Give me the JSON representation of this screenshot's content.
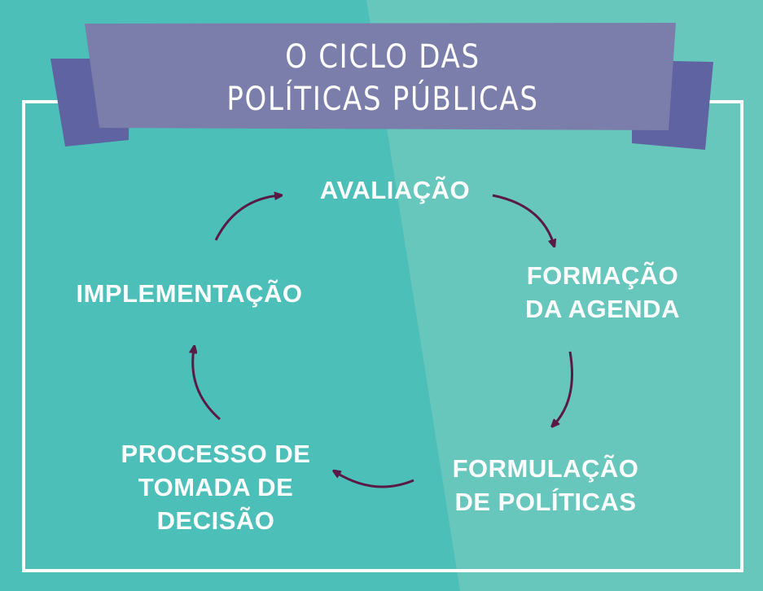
{
  "title": {
    "line1": "O CICLO DAS",
    "line2": "POLÍTICAS PÚBLICAS"
  },
  "stages": [
    {
      "id": "avaliacao",
      "lines": [
        "AVALIAÇÃO"
      ]
    },
    {
      "id": "formacao",
      "lines": [
        "FORMAÇÃO",
        "DA AGENDA"
      ]
    },
    {
      "id": "formulacao",
      "lines": [
        "FORMULAÇÃO",
        "DE POLÍTICAS"
      ]
    },
    {
      "id": "decisao",
      "lines": [
        "PROCESSO DE",
        "TOMADA DE",
        "DECISÃO"
      ]
    },
    {
      "id": "implementacao",
      "lines": [
        "IMPLEMENTAÇÃO"
      ]
    }
  ],
  "colors": {
    "bg_left": "#4bbfb8",
    "bg_right": "#67c7bd",
    "banner": "#7b7eaa",
    "banner_back": "#5f63a2",
    "arrow": "#5a1a45",
    "frame": "#ffffff"
  }
}
